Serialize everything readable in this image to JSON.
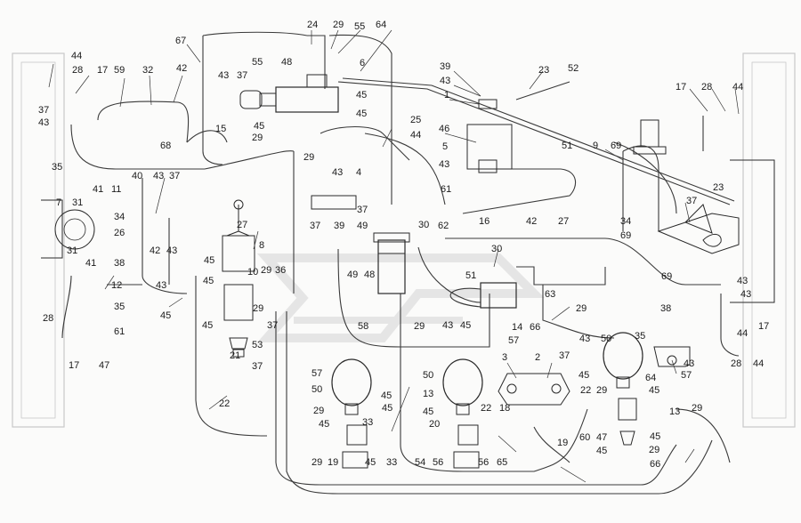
{
  "drawing": {
    "kind": "pneumatic brake system assembly drawing",
    "stroke_color": "#2a2a2a",
    "background_color": "#fbfbfa",
    "watermark_color": "#d4d4d4",
    "callouts": [
      {
        "id": "c44a",
        "text": "44"
      },
      {
        "id": "c28a",
        "text": "28"
      },
      {
        "id": "c17a",
        "text": "17"
      },
      {
        "id": "c59",
        "text": "59"
      },
      {
        "id": "c32",
        "text": "32"
      },
      {
        "id": "c42a",
        "text": "42"
      },
      {
        "id": "c67",
        "text": "67"
      },
      {
        "id": "c24",
        "text": "24"
      },
      {
        "id": "c29a",
        "text": "29"
      },
      {
        "id": "c55a",
        "text": "55"
      },
      {
        "id": "c64a",
        "text": "64"
      },
      {
        "id": "c39a",
        "text": "39"
      },
      {
        "id": "c43a",
        "text": "43"
      },
      {
        "id": "c1",
        "text": "1"
      },
      {
        "id": "c23a",
        "text": "23"
      },
      {
        "id": "c52",
        "text": "52"
      },
      {
        "id": "c17b",
        "text": "17"
      },
      {
        "id": "c28b",
        "text": "28"
      },
      {
        "id": "c44b",
        "text": "44"
      },
      {
        "id": "c55b",
        "text": "55"
      },
      {
        "id": "c48a",
        "text": "48"
      },
      {
        "id": "c6",
        "text": "6"
      },
      {
        "id": "c43b",
        "text": "43"
      },
      {
        "id": "c37a",
        "text": "37"
      },
      {
        "id": "c45a",
        "text": "45"
      },
      {
        "id": "c37b",
        "text": "37"
      },
      {
        "id": "c43c",
        "text": "43"
      },
      {
        "id": "c35a",
        "text": "35"
      },
      {
        "id": "c68",
        "text": "68"
      },
      {
        "id": "c15",
        "text": "15"
      },
      {
        "id": "c45b",
        "text": "45"
      },
      {
        "id": "c29b",
        "text": "29"
      },
      {
        "id": "c45c",
        "text": "45"
      },
      {
        "id": "c29c",
        "text": "29"
      },
      {
        "id": "c25",
        "text": "25"
      },
      {
        "id": "c44c",
        "text": "44"
      },
      {
        "id": "c46",
        "text": "46"
      },
      {
        "id": "c5",
        "text": "5"
      },
      {
        "id": "c43d",
        "text": "43"
      },
      {
        "id": "c9",
        "text": "9"
      },
      {
        "id": "c69a",
        "text": "69"
      },
      {
        "id": "c51a",
        "text": "51"
      },
      {
        "id": "c23b",
        "text": "23"
      },
      {
        "id": "c7",
        "text": "7"
      },
      {
        "id": "c31a",
        "text": "31"
      },
      {
        "id": "c41a",
        "text": "41"
      },
      {
        "id": "c11",
        "text": "11"
      },
      {
        "id": "c40",
        "text": "40"
      },
      {
        "id": "c43e",
        "text": "43"
      },
      {
        "id": "c37c",
        "text": "37"
      },
      {
        "id": "c4",
        "text": "4"
      },
      {
        "id": "c43f",
        "text": "43"
      },
      {
        "id": "c37d",
        "text": "37"
      },
      {
        "id": "c37e",
        "text": "37"
      },
      {
        "id": "c39b",
        "text": "39"
      },
      {
        "id": "c61a",
        "text": "61"
      },
      {
        "id": "c16",
        "text": "16"
      },
      {
        "id": "c27a",
        "text": "27"
      },
      {
        "id": "c34a",
        "text": "34"
      },
      {
        "id": "c26",
        "text": "26"
      },
      {
        "id": "c42b",
        "text": "42"
      },
      {
        "id": "c43g",
        "text": "43"
      },
      {
        "id": "c49a",
        "text": "49"
      },
      {
        "id": "c30a",
        "text": "30"
      },
      {
        "id": "c62",
        "text": "62"
      },
      {
        "id": "c42c",
        "text": "42"
      },
      {
        "id": "c27b",
        "text": "27"
      },
      {
        "id": "c34b",
        "text": "34"
      },
      {
        "id": "c69b",
        "text": "69"
      },
      {
        "id": "c37f",
        "text": "37"
      },
      {
        "id": "c8",
        "text": "8"
      },
      {
        "id": "c31b",
        "text": "31"
      },
      {
        "id": "c41b",
        "text": "41"
      },
      {
        "id": "c38a",
        "text": "38"
      },
      {
        "id": "c12",
        "text": "12"
      },
      {
        "id": "c43h",
        "text": "43"
      },
      {
        "id": "c45d",
        "text": "45"
      },
      {
        "id": "c29d",
        "text": "29"
      },
      {
        "id": "c36",
        "text": "36"
      },
      {
        "id": "c30b",
        "text": "30"
      },
      {
        "id": "c49b",
        "text": "49"
      },
      {
        "id": "c48b",
        "text": "48"
      },
      {
        "id": "c51b",
        "text": "51"
      },
      {
        "id": "c69c",
        "text": "69"
      },
      {
        "id": "c63",
        "text": "63"
      },
      {
        "id": "c45e",
        "text": "45"
      },
      {
        "id": "c45f",
        "text": "45"
      },
      {
        "id": "c10",
        "text": "10"
      },
      {
        "id": "c38b",
        "text": "38"
      },
      {
        "id": "c43i",
        "text": "43"
      },
      {
        "id": "c43j",
        "text": "43"
      },
      {
        "id": "c35b",
        "text": "35"
      },
      {
        "id": "c61b",
        "text": "61"
      },
      {
        "id": "c29e",
        "text": "29"
      },
      {
        "id": "c45g",
        "text": "45"
      },
      {
        "id": "c29f",
        "text": "29"
      },
      {
        "id": "c37g",
        "text": "37"
      },
      {
        "id": "c43k",
        "text": "43"
      },
      {
        "id": "c45h",
        "text": "45"
      },
      {
        "id": "c14",
        "text": "14"
      },
      {
        "id": "c66a",
        "text": "66"
      },
      {
        "id": "c58",
        "text": "58"
      },
      {
        "id": "c29g",
        "text": "29"
      },
      {
        "id": "c57a",
        "text": "57"
      },
      {
        "id": "c43l",
        "text": "43"
      },
      {
        "id": "c35c",
        "text": "35"
      },
      {
        "id": "c44d",
        "text": "44"
      },
      {
        "id": "c17c",
        "text": "17"
      },
      {
        "id": "c28c",
        "text": "28"
      },
      {
        "id": "c44e",
        "text": "44"
      },
      {
        "id": "c28d",
        "text": "28"
      },
      {
        "id": "c17d",
        "text": "17"
      },
      {
        "id": "c47a",
        "text": "47"
      },
      {
        "id": "c21",
        "text": "21"
      },
      {
        "id": "c53",
        "text": "53"
      },
      {
        "id": "c37h",
        "text": "37"
      },
      {
        "id": "c43m",
        "text": "43"
      },
      {
        "id": "c2",
        "text": "2"
      },
      {
        "id": "c37i",
        "text": "37"
      },
      {
        "id": "c3",
        "text": "3"
      },
      {
        "id": "c57b",
        "text": "57"
      },
      {
        "id": "c57c",
        "text": "57"
      },
      {
        "id": "c50a",
        "text": "50"
      },
      {
        "id": "c50b",
        "text": "50"
      },
      {
        "id": "c50c",
        "text": "50"
      },
      {
        "id": "c13a",
        "text": "13"
      },
      {
        "id": "c45i",
        "text": "45"
      },
      {
        "id": "c22a",
        "text": "22"
      },
      {
        "id": "c29h",
        "text": "29"
      },
      {
        "id": "c64b",
        "text": "64"
      },
      {
        "id": "c45j",
        "text": "45"
      },
      {
        "id": "c22b",
        "text": "22"
      },
      {
        "id": "c45k",
        "text": "45"
      },
      {
        "id": "c29i",
        "text": "29"
      },
      {
        "id": "c22c",
        "text": "22"
      },
      {
        "id": "c18",
        "text": "18"
      },
      {
        "id": "c45l",
        "text": "45"
      },
      {
        "id": "c29j",
        "text": "29"
      },
      {
        "id": "c45m",
        "text": "45"
      },
      {
        "id": "c13b",
        "text": "13"
      },
      {
        "id": "c45n",
        "text": "45"
      },
      {
        "id": "c20",
        "text": "20"
      },
      {
        "id": "c60",
        "text": "60"
      },
      {
        "id": "c47b",
        "text": "47"
      },
      {
        "id": "c45o",
        "text": "45"
      },
      {
        "id": "c29k",
        "text": "29"
      },
      {
        "id": "c19a",
        "text": "19"
      },
      {
        "id": "c45p",
        "text": "45"
      },
      {
        "id": "c33a",
        "text": "33"
      },
      {
        "id": "c29l",
        "text": "29"
      },
      {
        "id": "c19b",
        "text": "19"
      },
      {
        "id": "c45q",
        "text": "45"
      },
      {
        "id": "c33b",
        "text": "33"
      },
      {
        "id": "c54",
        "text": "54"
      },
      {
        "id": "c56a",
        "text": "56"
      },
      {
        "id": "c56b",
        "text": "56"
      },
      {
        "id": "c65",
        "text": "65"
      },
      {
        "id": "c66b",
        "text": "66"
      }
    ]
  }
}
